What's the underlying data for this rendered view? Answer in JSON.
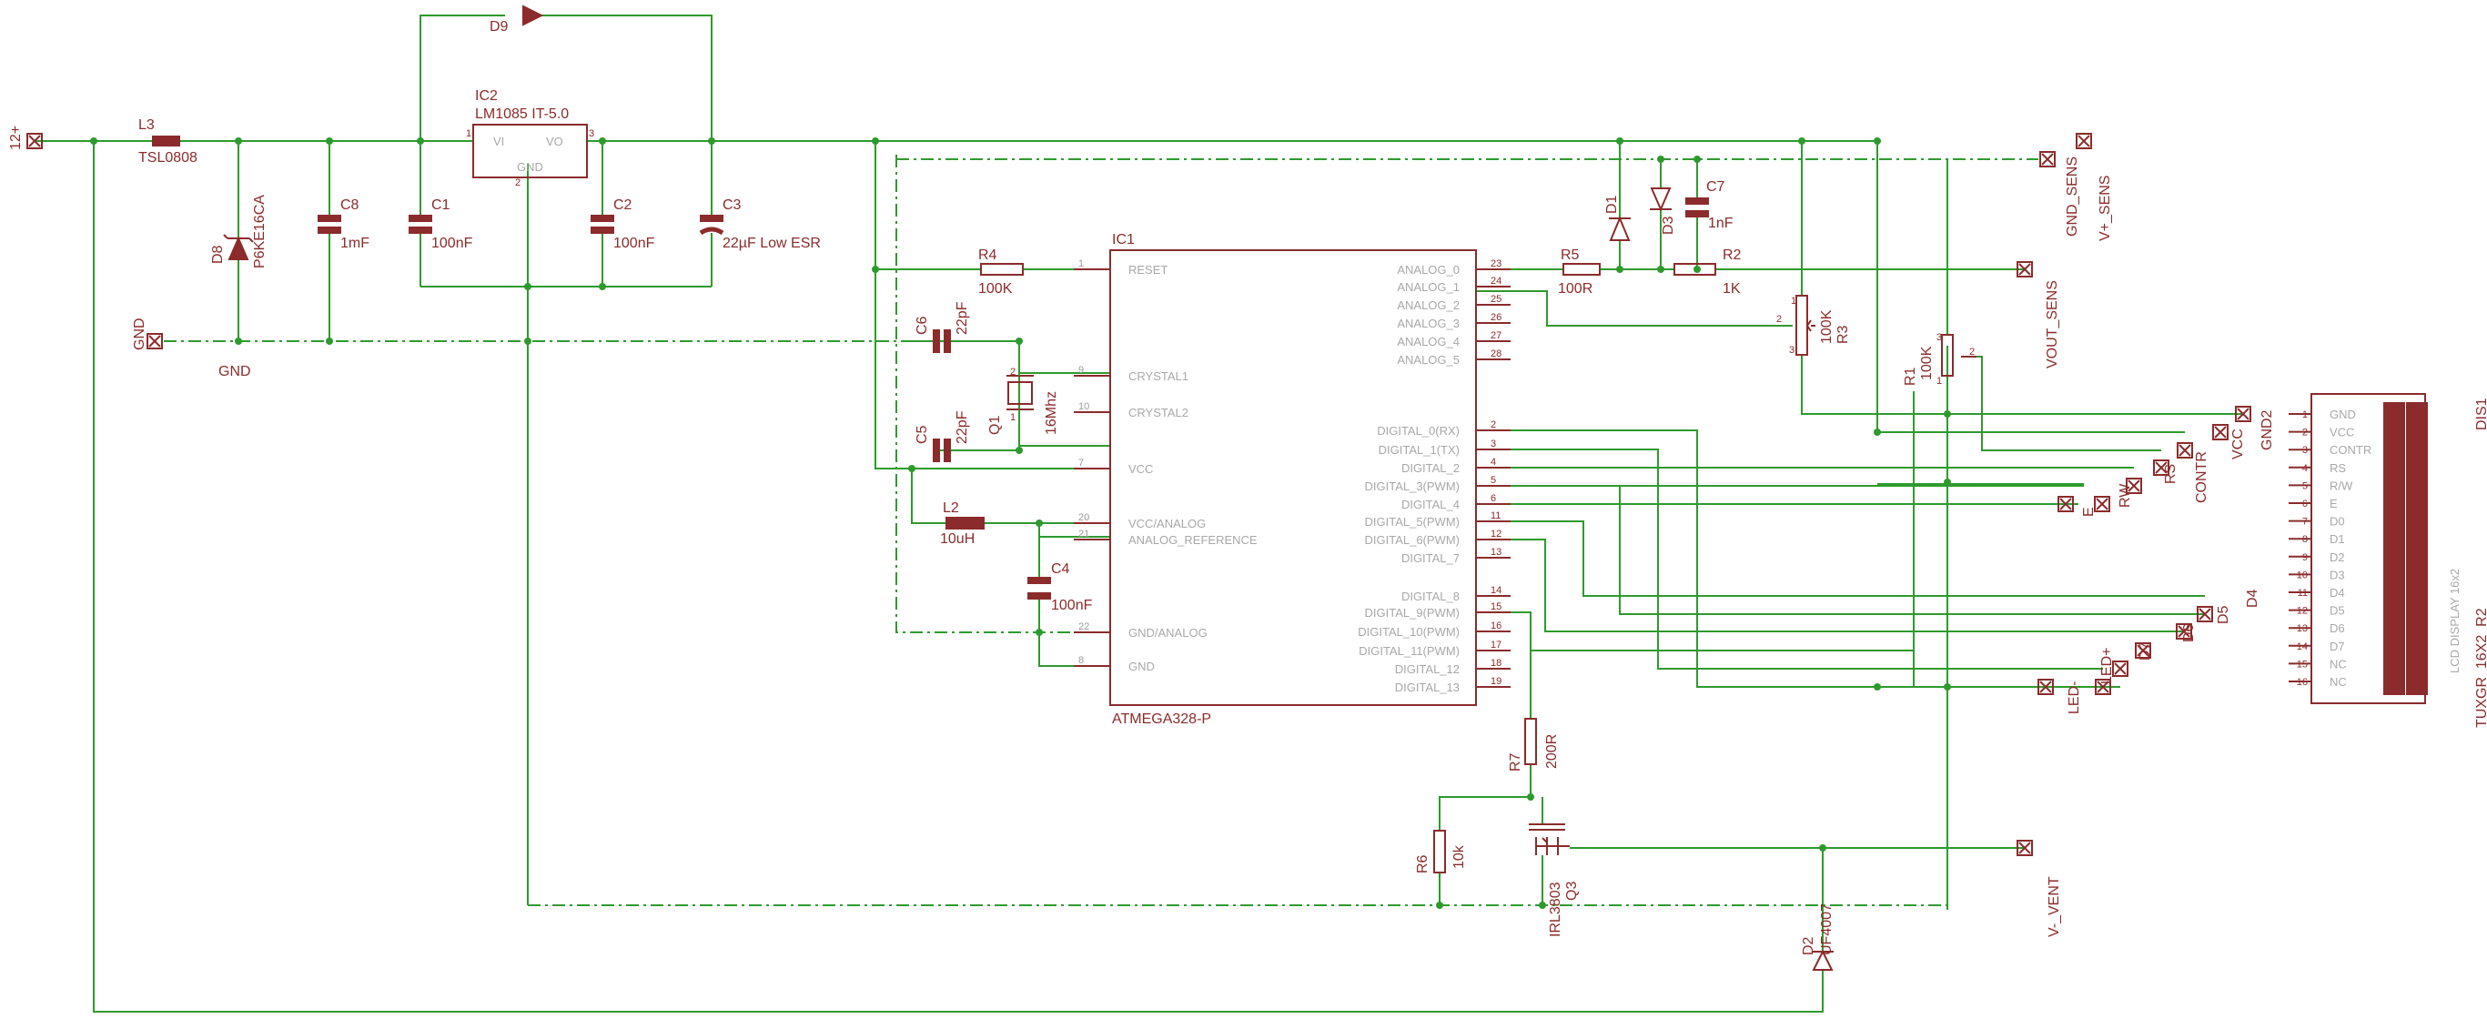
{
  "colors": {
    "wire": "#2e9a2e",
    "part": "#8b2b2b",
    "pin_text": "#a8a8a8",
    "background": "#ffffff"
  },
  "nets": {
    "v12": "12+",
    "gnd": "GND",
    "gnd_label": "GND",
    "gnd_sens": "GND_SENS",
    "vplus_sens": "V+_SENS",
    "vout_sens": "VOUT_SENS",
    "gnd2": "GND2",
    "vcc": "VCC",
    "contr": "CONTR",
    "rs": "RS",
    "rw": "RW",
    "e": "E",
    "d4": "D4",
    "d5": "D5",
    "d6": "D6",
    "d7": "D7",
    "led_plus": "LED+",
    "led_minus": "LED-",
    "v_vent": "V-_VENT"
  },
  "parts": {
    "l3": {
      "name": "L3",
      "value": "TSL0808"
    },
    "d8": {
      "name": "D8",
      "value": "P6KE16CA"
    },
    "c8": {
      "name": "C8",
      "value": "1mF"
    },
    "ic2": {
      "name": "IC2",
      "value": "LM1085 IT-5.0",
      "vi": "VI",
      "vo": "VO",
      "gnd": "GND",
      "p1": "1",
      "p2": "2",
      "p3": "3"
    },
    "d9": {
      "name": "D9"
    },
    "c1": {
      "name": "C1",
      "value": "100nF"
    },
    "c2": {
      "name": "C2",
      "value": "100nF"
    },
    "c3": {
      "name": "C3",
      "value": "22µF Low ESR"
    },
    "r4": {
      "name": "R4",
      "value": "100K"
    },
    "c6": {
      "name": "C6",
      "value": "22pF"
    },
    "c5": {
      "name": "C5",
      "value": "22pF"
    },
    "q1": {
      "name": "Q1",
      "value": "16Mhz",
      "p1": "1",
      "p2": "2"
    },
    "l2": {
      "name": "L2",
      "value": "10uH"
    },
    "c4": {
      "name": "C4",
      "value": "100nF"
    },
    "r5": {
      "name": "R5",
      "value": "100R"
    },
    "r2": {
      "name": "R2",
      "value": "1K"
    },
    "d1": {
      "name": "D1"
    },
    "d3": {
      "name": "D3"
    },
    "c7": {
      "name": "C7",
      "value": "1nF"
    },
    "r3": {
      "name": "R3",
      "value": "100K",
      "p1": "1",
      "p2": "2",
      "p3": "3"
    },
    "r1": {
      "name": "R1",
      "value": "100K",
      "p1": "1",
      "p2": "2",
      "p3": "3"
    },
    "r7": {
      "name": "R7",
      "value": "200R"
    },
    "r6": {
      "name": "R6",
      "value": "10k"
    },
    "q3": {
      "name": "Q3",
      "value": "IRL3803"
    },
    "d2": {
      "name": "D2",
      "value": "UF4007"
    }
  },
  "ic1": {
    "name": "IC1",
    "value": "ATMEGA328-P",
    "left_pins": [
      {
        "num": "1",
        "label": "RESET"
      },
      {
        "num": "9",
        "label": "CRYSTAL1"
      },
      {
        "num": "10",
        "label": "CRYSTAL2"
      },
      {
        "num": "7",
        "label": "VCC"
      },
      {
        "num": "20",
        "label": "VCC/ANALOG"
      },
      {
        "num": "21",
        "label": "ANALOG_REFERENCE"
      },
      {
        "num": "22",
        "label": "GND/ANALOG"
      },
      {
        "num": "8",
        "label": "GND"
      }
    ],
    "right_pins": [
      {
        "num": "23",
        "label": "ANALOG_0"
      },
      {
        "num": "24",
        "label": "ANALOG_1"
      },
      {
        "num": "25",
        "label": "ANALOG_2"
      },
      {
        "num": "26",
        "label": "ANALOG_3"
      },
      {
        "num": "27",
        "label": "ANALOG_4"
      },
      {
        "num": "28",
        "label": "ANALOG_5"
      },
      {
        "num": "2",
        "label": "DIGITAL_0(RX)"
      },
      {
        "num": "3",
        "label": "DIGITAL_1(TX)"
      },
      {
        "num": "4",
        "label": "DIGITAL_2"
      },
      {
        "num": "5",
        "label": "DIGITAL_3(PWM)"
      },
      {
        "num": "6",
        "label": "DIGITAL_4"
      },
      {
        "num": "11",
        "label": "DIGITAL_5(PWM)"
      },
      {
        "num": "12",
        "label": "DIGITAL_6(PWM)"
      },
      {
        "num": "13",
        "label": "DIGITAL_7"
      },
      {
        "num": "14",
        "label": "DIGITAL_8"
      },
      {
        "num": "15",
        "label": "DIGITAL_9(PWM)"
      },
      {
        "num": "16",
        "label": "DIGITAL_10(PWM)"
      },
      {
        "num": "17",
        "label": "DIGITAL_11(PWM)"
      },
      {
        "num": "18",
        "label": "DIGITAL_12"
      },
      {
        "num": "19",
        "label": "DIGITAL_13"
      }
    ]
  },
  "dis1": {
    "name": "DIS1",
    "value": "TUXGR_16X2_R2",
    "inner": "LCD DISPLAY 16x2",
    "pins": [
      {
        "num": "1",
        "label": "GND"
      },
      {
        "num": "2",
        "label": "VCC"
      },
      {
        "num": "3",
        "label": "CONTR"
      },
      {
        "num": "4",
        "label": "RS"
      },
      {
        "num": "5",
        "label": "R/W"
      },
      {
        "num": "6",
        "label": "E"
      },
      {
        "num": "7",
        "label": "D0"
      },
      {
        "num": "8",
        "label": "D1"
      },
      {
        "num": "9",
        "label": "D2"
      },
      {
        "num": "10",
        "label": "D3"
      },
      {
        "num": "11",
        "label": "D4"
      },
      {
        "num": "12",
        "label": "D5"
      },
      {
        "num": "13",
        "label": "D6"
      },
      {
        "num": "14",
        "label": "D7"
      },
      {
        "num": "15",
        "label": "NC"
      },
      {
        "num": "16",
        "label": "NC"
      }
    ]
  }
}
